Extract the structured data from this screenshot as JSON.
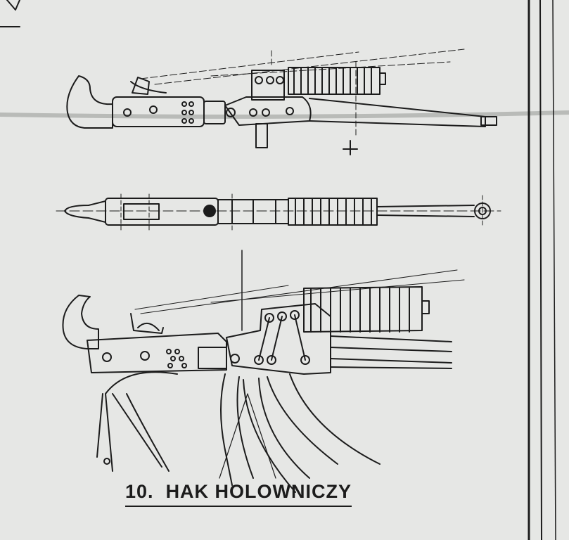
{
  "caption": {
    "number": "10.",
    "title": "HAK HOLOWNICZY"
  },
  "colors": {
    "paper": "#e6e7e5",
    "ink": "#1c1c1c"
  },
  "views": [
    "side-view",
    "top-view",
    "perspective-view"
  ]
}
